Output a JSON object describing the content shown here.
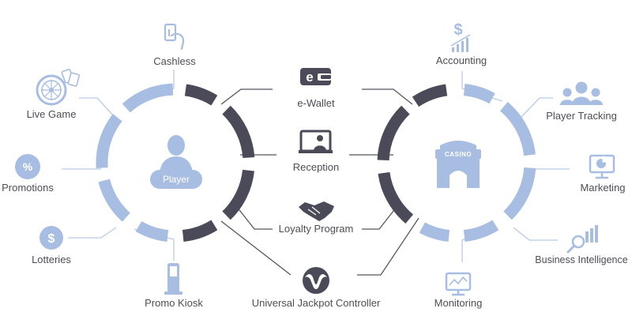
{
  "colors": {
    "light_blue": "#a7bde2",
    "dark_slate": "#4a4a58",
    "connector_light": "#b9cbe6",
    "connector_dark": "#55555f",
    "text": "#4d4d57"
  },
  "player_hub": {
    "label": "Player",
    "satellites": [
      {
        "label": "Cashless",
        "icon": "card-hand-icon"
      },
      {
        "label": "Live Game",
        "icon": "roulette-wheel-icon"
      },
      {
        "label": "Promotions",
        "icon": "percent-circle-icon"
      },
      {
        "label": "Lotteries",
        "icon": "dollar-circle-icon"
      },
      {
        "label": "Promo Kiosk",
        "icon": "kiosk-icon"
      }
    ]
  },
  "casino_hub": {
    "label": "CASINO",
    "satellites": [
      {
        "label": "Accounting",
        "icon": "dollar-chart-icon"
      },
      {
        "label": "Player Tracking",
        "icon": "user-group-icon"
      },
      {
        "label": "Marketing",
        "icon": "monitor-pie-icon"
      },
      {
        "label": "Business Intelligence",
        "icon": "magnifier-bars-icon"
      },
      {
        "label": "Monitoring",
        "icon": "monitor-line-icon"
      }
    ]
  },
  "shared_services": [
    {
      "label": "e-Wallet",
      "icon": "ewallet-icon"
    },
    {
      "label": "Reception",
      "icon": "reception-desk-icon"
    },
    {
      "label": "Loyalty Program",
      "icon": "handshake-icon"
    },
    {
      "label": "Universal Jackpot Controller",
      "icon": "bull-logo-icon"
    }
  ]
}
